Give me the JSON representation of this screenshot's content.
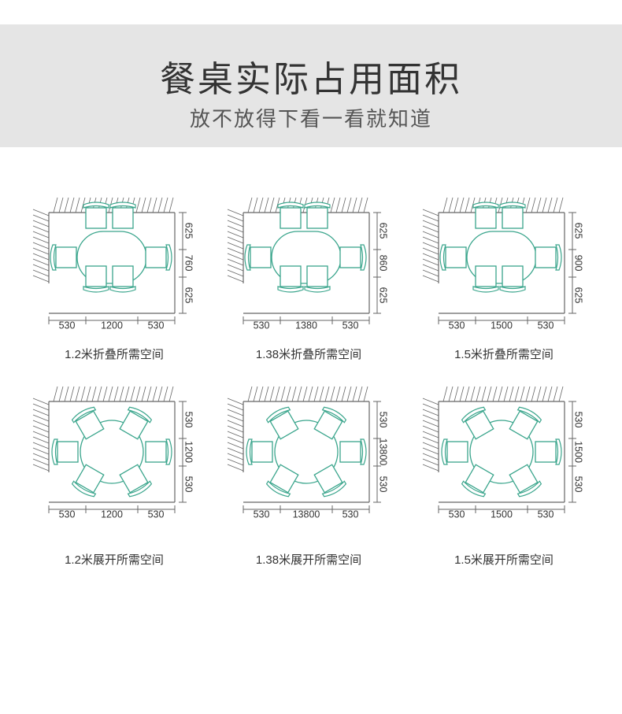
{
  "header": {
    "title": "餐桌实际占用面积",
    "subtitle": "放不放得下看一看就知道"
  },
  "colors": {
    "chair": "#3aa58c",
    "line": "#666666",
    "header_bg": "#e5e5e5"
  },
  "panels": [
    {
      "caption": "1.2米折叠所需空间",
      "shape": "oval",
      "bottom_dims": [
        "530",
        "1200",
        "530"
      ],
      "side_dims": [
        "625",
        "760",
        "625"
      ]
    },
    {
      "caption": "1.38米折叠所需空间",
      "shape": "oval",
      "bottom_dims": [
        "530",
        "1380",
        "530"
      ],
      "side_dims": [
        "625",
        "860",
        "625"
      ]
    },
    {
      "caption": "1.5米折叠所需空间",
      "shape": "oval",
      "bottom_dims": [
        "530",
        "1500",
        "530"
      ],
      "side_dims": [
        "625",
        "900",
        "625"
      ]
    },
    {
      "caption": "1.2米展开所需空间",
      "shape": "round",
      "bottom_dims": [
        "530",
        "1200",
        "530"
      ],
      "side_dims": [
        "530",
        "1200",
        "530"
      ]
    },
    {
      "caption": "1.38米展开所需空间",
      "shape": "round",
      "bottom_dims": [
        "530",
        "13800",
        "530"
      ],
      "side_dims": [
        "530",
        "13800",
        "530"
      ]
    },
    {
      "caption": "1.5米展开所需空间",
      "shape": "round",
      "bottom_dims": [
        "530",
        "1500",
        "530"
      ],
      "side_dims": [
        "530",
        "1500",
        "530"
      ]
    }
  ]
}
